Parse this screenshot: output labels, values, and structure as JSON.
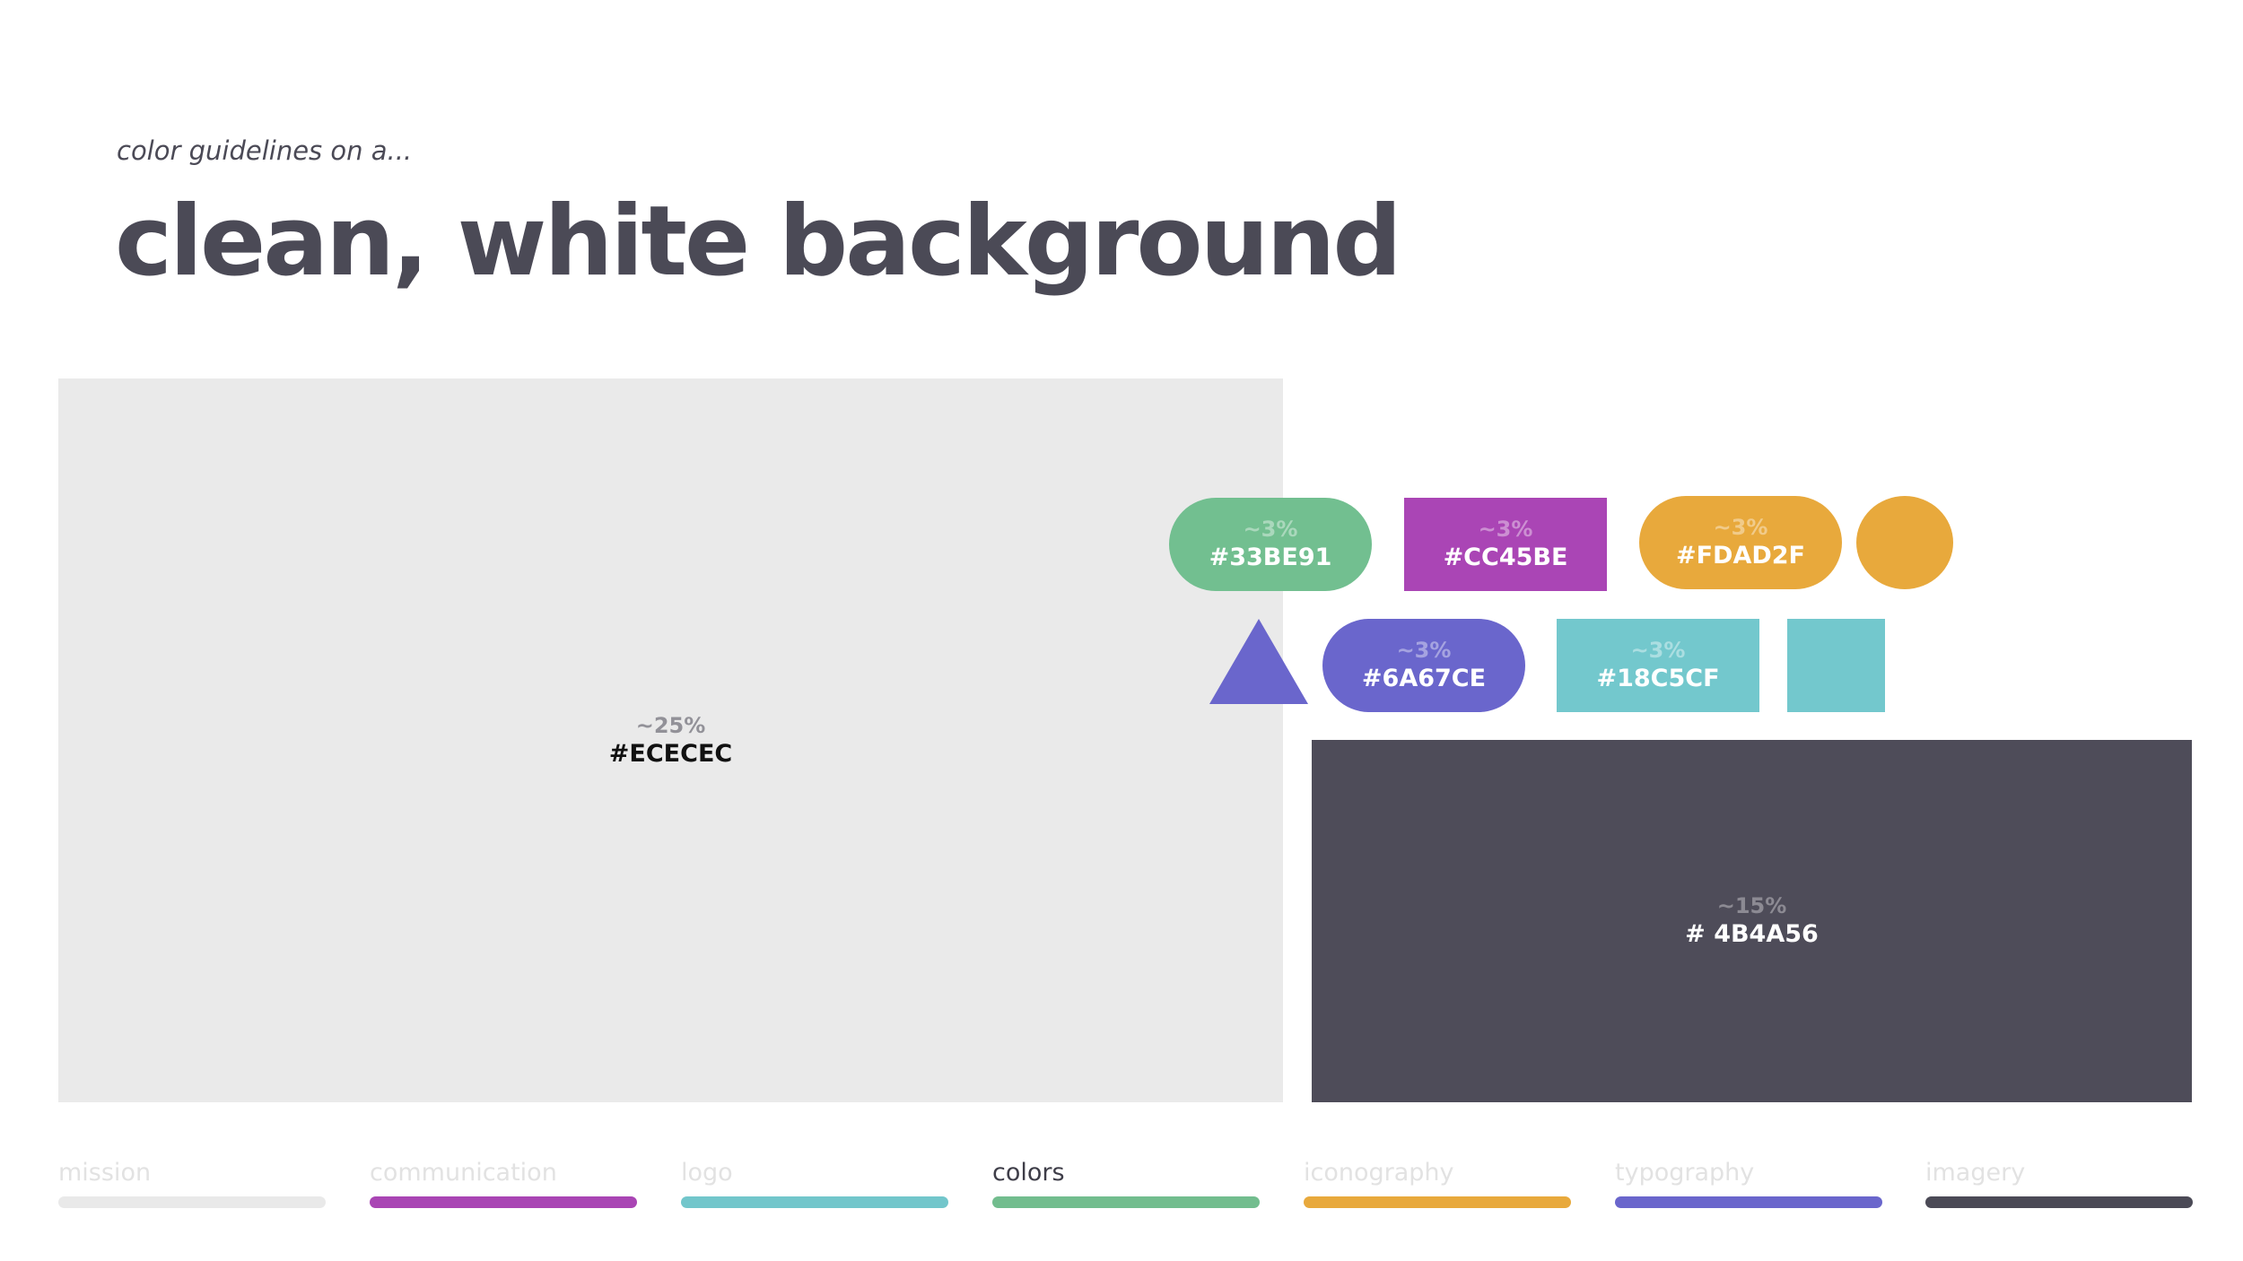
{
  "header": {
    "subtitle": "color guidelines on a...",
    "title": "clean, white background"
  },
  "swatches": {
    "background": {
      "pct": "~25%",
      "hex": "#ECECEC",
      "color": "#eaeaea"
    },
    "dark": {
      "pct": "~15%",
      "hex": "# 4B4A56",
      "color": "#4e4c59"
    },
    "green": {
      "pct": "~3%",
      "hex": "#33BE91",
      "color": "#72bf90"
    },
    "magenta": {
      "pct": "~3%",
      "hex": "#CC45BE",
      "color": "#aa45b5"
    },
    "yellow": {
      "pct": "~3%",
      "hex": "#FDAD2F",
      "color": "#e8a93c"
    },
    "purple": {
      "pct": "~3%",
      "hex": "#6A67CE",
      "color": "#6a66cc"
    },
    "teal": {
      "pct": "~3%",
      "hex": "#18C5CF",
      "color": "#73c8cd"
    }
  },
  "nav": [
    {
      "label": "mission",
      "color": "#e9e9e9",
      "active": false
    },
    {
      "label": "communication",
      "color": "#a945b4",
      "active": false
    },
    {
      "label": "logo",
      "color": "#72c6cb",
      "active": false
    },
    {
      "label": "colors",
      "color": "#72bd8e",
      "active": true
    },
    {
      "label": "iconography",
      "color": "#e8a93c",
      "active": false
    },
    {
      "label": "typography",
      "color": "#6a66cc",
      "active": false
    },
    {
      "label": "imagery",
      "color": "#4b4a56",
      "active": false
    }
  ]
}
